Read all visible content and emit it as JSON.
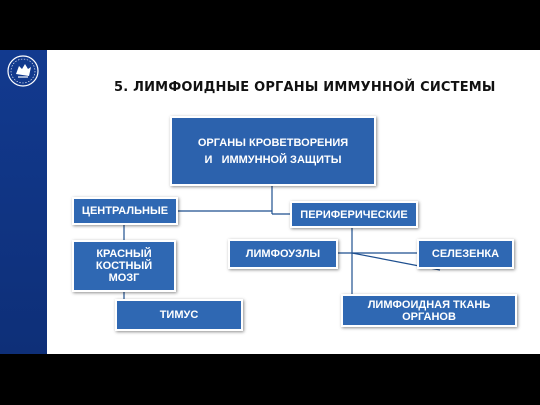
{
  "title": "5. ЛИМФОИДНЫЕ ОРГАНЫ ИММУННОЙ СИСТЕМЫ",
  "nodes": {
    "root_line1": "ОРГАНЫ КРОВЕТВОРЕНИЯ",
    "root_line2": "И   ИММУННОЙ ЗАЩИТЫ",
    "central": "ЦЕНТРАЛЬНЫЕ",
    "peripheral": "ПЕРИФЕРИЧЕСКИЕ",
    "bone_marrow_line1": "КРАСНЫЙ",
    "bone_marrow_line2": "КОСТНЫЙ",
    "bone_marrow_line3": "МОЗГ",
    "thymus": "ТИМУС",
    "lymph_nodes": "ЛИМФОУЗЛЫ",
    "spleen": "СЕЛЕЗЕНКА",
    "lymphoid_tissue_line1": "ЛИМФОИДНАЯ ТКАНЬ",
    "lymphoid_tissue_line2": "ОРГАНОВ"
  },
  "colors": {
    "box": "#2f68b3",
    "sidebar": "#123a8f",
    "connector": "#1e4f8f"
  }
}
